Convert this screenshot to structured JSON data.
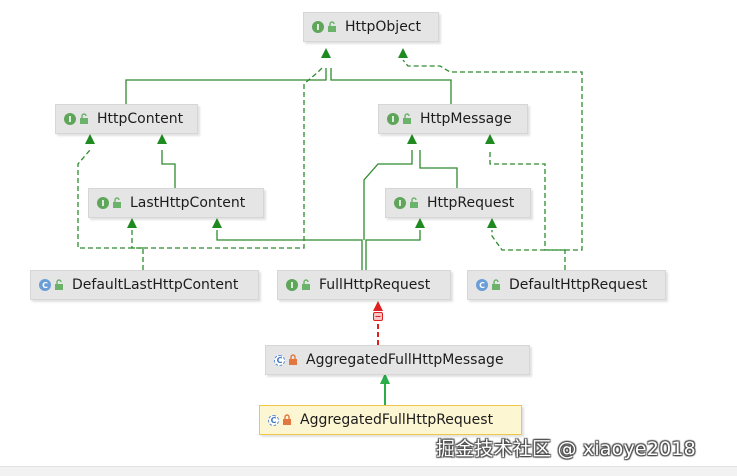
{
  "colors": {
    "implements": "#2e8b2e",
    "extends_class": "#2e8b2e",
    "extends_interface": "#2aae4a",
    "dependency_red": "#e02020",
    "interface_icon": "#5fa55a",
    "class_icon": "#6a9ed8",
    "open_lock": "#6bb26b",
    "closed_lock": "#e07840"
  },
  "nodes": {
    "http_object": {
      "label": "HttpObject",
      "kind": "interface",
      "kind_letter": "I",
      "lock_icon": "open-lock-icon"
    },
    "http_content": {
      "label": "HttpContent",
      "kind": "interface",
      "kind_letter": "I",
      "lock_icon": "open-lock-icon"
    },
    "http_message": {
      "label": "HttpMessage",
      "kind": "interface",
      "kind_letter": "I",
      "lock_icon": "open-lock-icon"
    },
    "last_http_content": {
      "label": "LastHttpContent",
      "kind": "interface",
      "kind_letter": "I",
      "lock_icon": "open-lock-icon"
    },
    "http_request": {
      "label": "HttpRequest",
      "kind": "interface",
      "kind_letter": "I",
      "lock_icon": "open-lock-icon"
    },
    "default_last_http_content": {
      "label": "DefaultLastHttpContent",
      "kind": "class",
      "kind_letter": "C",
      "lock_icon": "open-lock-icon"
    },
    "full_http_request": {
      "label": "FullHttpRequest",
      "kind": "interface",
      "kind_letter": "I",
      "lock_icon": "open-lock-icon"
    },
    "default_http_request": {
      "label": "DefaultHttpRequest",
      "kind": "class",
      "kind_letter": "C",
      "lock_icon": "open-lock-icon"
    },
    "aggregated_full_http_message": {
      "label": "AggregatedFullHttpMessage",
      "kind": "abstract-class",
      "kind_letter": "C",
      "lock_icon": "closed-lock-icon"
    },
    "aggregated_full_http_request": {
      "label": "AggregatedFullHttpRequest",
      "kind": "class",
      "kind_letter": "C",
      "lock_icon": "closed-lock-icon",
      "selected": true
    }
  },
  "edges": [
    {
      "from": "http_content",
      "to": "http_object",
      "style": "solid"
    },
    {
      "from": "http_message",
      "to": "http_object",
      "style": "solid"
    },
    {
      "from": "last_http_content",
      "to": "http_content",
      "style": "solid"
    },
    {
      "from": "http_request",
      "to": "http_message",
      "style": "solid"
    },
    {
      "from": "full_http_request",
      "to": "http_request",
      "style": "solid"
    },
    {
      "from": "full_http_request",
      "to": "last_http_content",
      "style": "solid"
    },
    {
      "from": "full_http_request",
      "to": "http_message",
      "style": "solid"
    },
    {
      "from": "default_last_http_content",
      "to": "http_content",
      "style": "dashed"
    },
    {
      "from": "default_last_http_content",
      "to": "last_http_content",
      "style": "dashed"
    },
    {
      "from": "default_last_http_content",
      "to": "http_object",
      "style": "dashed"
    },
    {
      "from": "default_http_request",
      "to": "http_request",
      "style": "dashed"
    },
    {
      "from": "default_http_request",
      "to": "http_message",
      "style": "dashed"
    },
    {
      "from": "default_http_request",
      "to": "http_object",
      "style": "dashed"
    },
    {
      "from": "aggregated_full_http_message",
      "to": "full_http_request",
      "style": "dashed-red"
    },
    {
      "from": "aggregated_full_http_request",
      "to": "aggregated_full_http_message",
      "style": "solid-light"
    }
  ],
  "watermark": "掘金技术社区 @ xiaoye2018"
}
